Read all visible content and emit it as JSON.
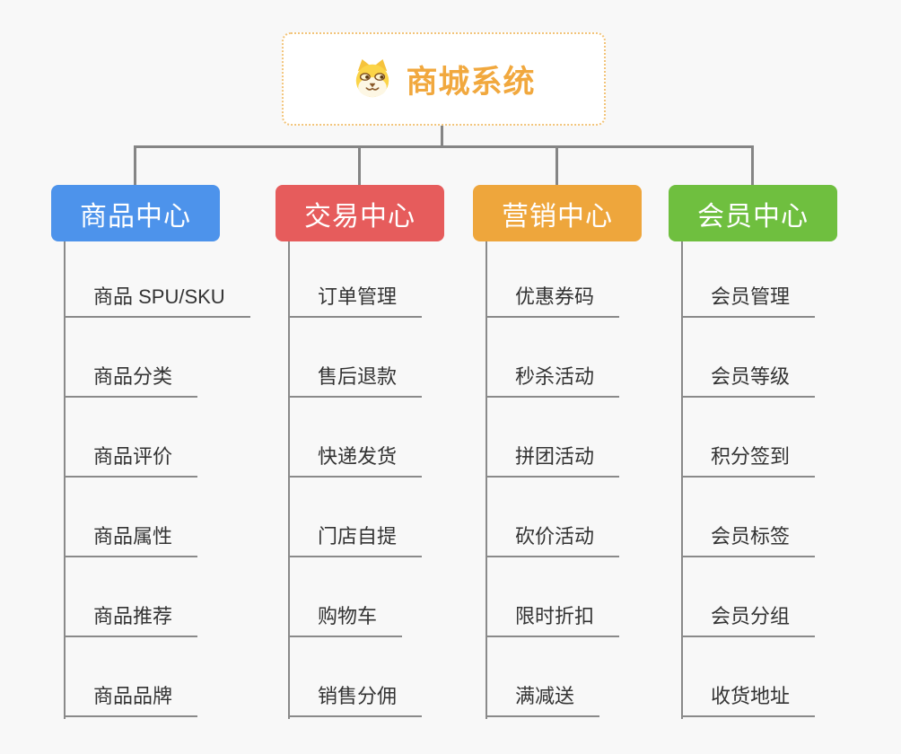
{
  "background": "#F8F8F8",
  "connector_color": "#858585",
  "root": {
    "label": "商城系统",
    "icon": "dog-face-icon",
    "text_color": "#F1A83E",
    "border_color": "#F2C47A"
  },
  "branches": [
    {
      "label": "商品中心",
      "color": "#4D93EB",
      "children": [
        "商品 SPU/SKU",
        "商品分类",
        "商品评价",
        "商品属性",
        "商品推荐",
        "商品品牌"
      ]
    },
    {
      "label": "交易中心",
      "color": "#E65C5C",
      "children": [
        "订单管理",
        "售后退款",
        "快递发货",
        "门店自提",
        "购物车",
        "销售分佣"
      ]
    },
    {
      "label": "营销中心",
      "color": "#EEA63C",
      "children": [
        "优惠券码",
        "秒杀活动",
        "拼团活动",
        "砍价活动",
        "限时折扣",
        "满减送"
      ]
    },
    {
      "label": "会员中心",
      "color": "#6FBF3F",
      "children": [
        "会员管理",
        "会员等级",
        "积分签到",
        "会员标签",
        "会员分组",
        "收货地址"
      ]
    }
  ]
}
